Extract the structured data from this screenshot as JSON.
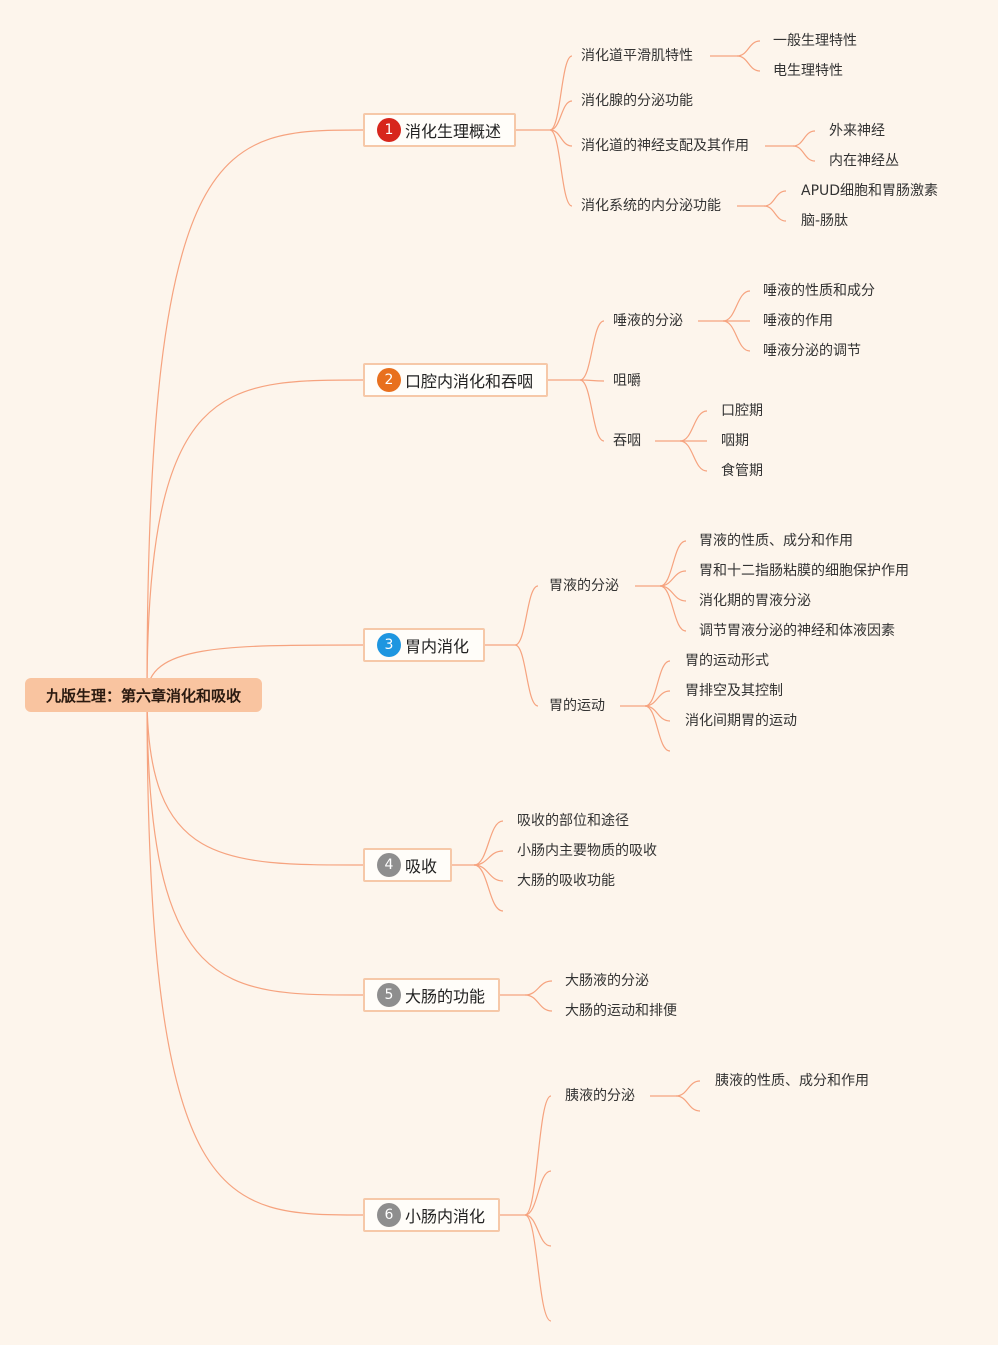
{
  "root": {
    "label": "九版生理：第六章消化和吸收"
  },
  "branches": [
    {
      "number": "1",
      "color": "#d7261c",
      "label": "消化生理概述",
      "children": [
        {
          "label": "消化道平滑肌特性",
          "children": [
            "一般生理特性",
            "电生理特性"
          ]
        },
        {
          "label": "消化腺的分泌功能",
          "children": []
        },
        {
          "label": "消化道的神经支配及其作用",
          "children": [
            "外来神经",
            "内在神经丛"
          ]
        },
        {
          "label": "消化系统的内分泌功能",
          "children": [
            "APUD细胞和胃肠激素",
            "脑-肠肽"
          ]
        }
      ]
    },
    {
      "number": "2",
      "color": "#e8701e",
      "label": "口腔内消化和吞咽",
      "children": [
        {
          "label": "唾液的分泌",
          "children": [
            "唾液的性质和成分",
            "唾液的作用",
            "唾液分泌的调节"
          ]
        },
        {
          "label": "咀嚼",
          "children": []
        },
        {
          "label": "吞咽",
          "children": [
            "口腔期",
            "咽期",
            "食管期"
          ]
        }
      ]
    },
    {
      "number": "3",
      "color": "#1e96e0",
      "label": "胃内消化",
      "children": [
        {
          "label": "胃液的分泌",
          "children": [
            "胃液的性质、成分和作用",
            "胃和十二指肠粘膜的细胞保护作用",
            "消化期的胃液分泌",
            "调节胃液分泌的神经和体液因素"
          ]
        },
        {
          "label": "胃的运动",
          "children": [
            "胃的运动形式",
            "胃排空及其控制",
            "消化间期胃的运动",
            ""
          ]
        }
      ]
    },
    {
      "number": "4",
      "color": "#8e8e8e",
      "label": "吸收",
      "children": [
        {
          "label": "吸收的部位和途径",
          "children": []
        },
        {
          "label": "小肠内主要物质的吸收",
          "children": []
        },
        {
          "label": "大肠的吸收功能",
          "children": []
        },
        {
          "label": "",
          "children": []
        }
      ]
    },
    {
      "number": "5",
      "color": "#8e8e8e",
      "label": "大肠的功能",
      "children": [
        {
          "label": "大肠液的分泌",
          "children": []
        },
        {
          "label": "大肠的运动和排便",
          "children": []
        }
      ]
    },
    {
      "number": "6",
      "color": "#8e8e8e",
      "label": "小肠内消化",
      "children": [
        {
          "label": "胰液的分泌",
          "children": [
            "胰液的性质、成分和作用",
            ""
          ]
        },
        {
          "label": "",
          "children": []
        },
        {
          "label": "",
          "children": []
        },
        {
          "label": "",
          "children": []
        }
      ]
    }
  ],
  "colors": {
    "background": "#fdf5ec",
    "root_fill": "#f9c4a0",
    "connector": "#f6a37f",
    "branch_border": "#f6c8a8"
  }
}
